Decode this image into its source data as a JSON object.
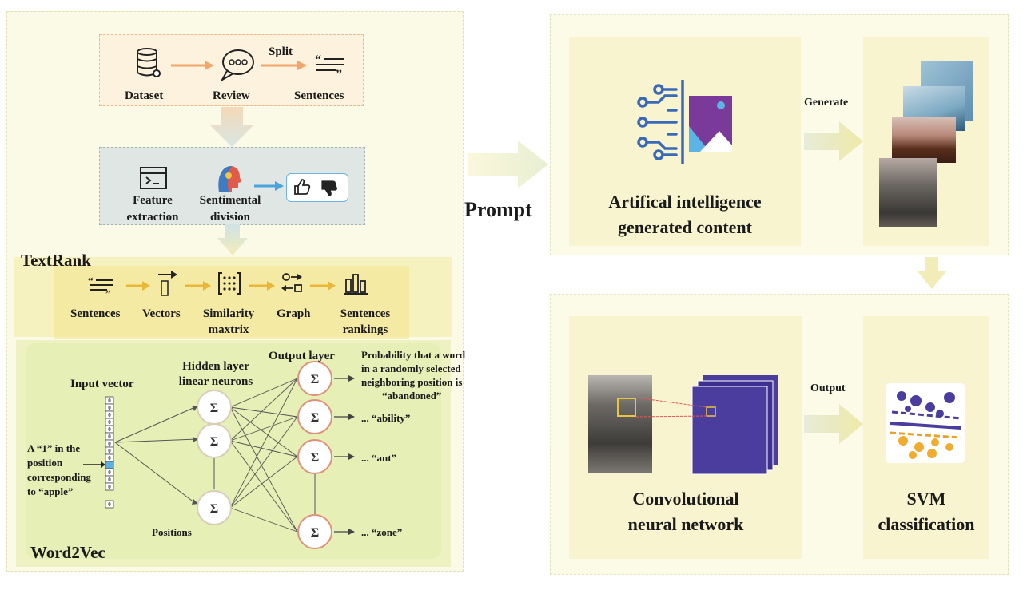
{
  "pipeline": {
    "dataset": "Dataset",
    "review": "Review",
    "split": "Split",
    "sentences": "Sentences",
    "feature_extraction_1": "Feature",
    "feature_extraction_2": "extraction",
    "sentimental_1": "Sentimental",
    "sentimental_2": "division"
  },
  "textrank": {
    "title": "TextRank",
    "steps": [
      "Sentences",
      "Vectors",
      "Similarity",
      "Graph",
      "Sentences"
    ],
    "steps_line2": [
      "",
      "",
      "maxtrix",
      "",
      "rankings"
    ]
  },
  "word2vec": {
    "title": "Word2Vec",
    "input_vector": "Input vector",
    "hidden_1": "Hidden layer",
    "hidden_2": "linear neurons",
    "output_layer": "Output layer",
    "positions": "Positions",
    "apple_1": "A “1” in the",
    "apple_2": "position",
    "apple_3": "corresponding",
    "apple_4": "to “apple”",
    "prob_1": "Probability that a word",
    "prob_2": "in a randomly selected",
    "prob_3": "neighboring position is",
    "prob_4": "“abandoned”",
    "out_ability": "... “ability”",
    "out_ant": "... “ant”",
    "out_zone": "... “zone”",
    "zero": "0",
    "sigma": "Σ"
  },
  "prompt": "Prompt",
  "aigc": {
    "line1": "Artifical intelligence",
    "line2": "generated content",
    "generate": "Generate"
  },
  "cnn": {
    "line1": "Convolutional",
    "line2": "neural network",
    "output": "Output"
  },
  "svm": {
    "line1": "SVM",
    "line2": "classification"
  },
  "colors": {
    "panel_fill": "#fbf9e3",
    "light_yellow": "#f8f5c8",
    "blue_grey": "#dfe6e6",
    "arrow_orange": "#f2a66b",
    "arrow_yellow": "#e9c24a",
    "arrow_blue": "#4aa3dd",
    "node_stroke": "#e0907a",
    "ai_blue": "#3a69b8",
    "cnn_purple": "#4a3d9e"
  }
}
